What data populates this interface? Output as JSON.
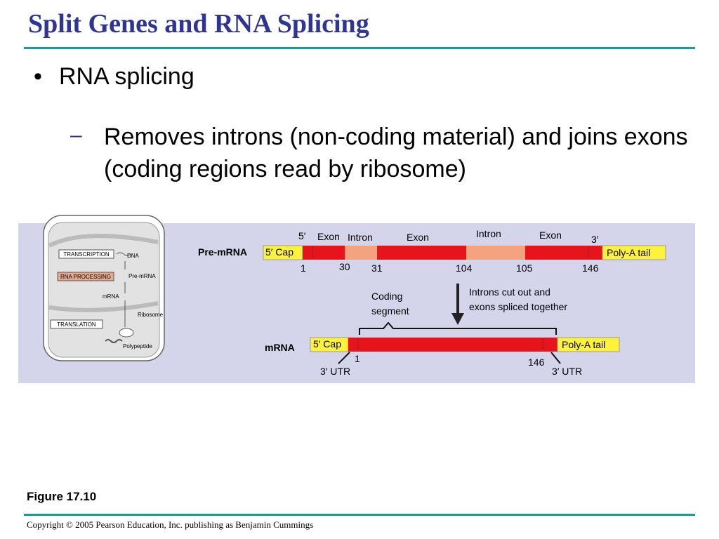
{
  "slide": {
    "title": "Split Genes and RNA Splicing",
    "bullet_symbol": "•",
    "bullet_main": "RNA splicing",
    "sub_dash": "–",
    "sub_bullet": "Removes introns (non-coding material) and joins exons (coding regions read by ribosome)",
    "figure_label": "Figure 17.10",
    "copyright": "Copyright © 2005 Pearson Education, Inc. publishing as Benjamin Cummings"
  },
  "overview": {
    "transcription": "TRANSCRIPTION",
    "dna": "DNA",
    "rna_processing": "RNA PROCESSING",
    "pre_mrna": "Pre-mRNA",
    "mrna": "mRNA",
    "translation": "TRANSLATION",
    "ribosome": "Ribosome",
    "polypeptide": "Polypeptide"
  },
  "pre_mrna": {
    "label": "Pre-mRNA",
    "five_prime": "5′",
    "three_prime": "3′",
    "cap": "5′ Cap",
    "tail": "Poly-A tail",
    "segments": [
      "Exon",
      "Intron",
      "Exon",
      "Intron",
      "Exon"
    ],
    "numbers": [
      "1",
      "30",
      "31",
      "104",
      "105",
      "146"
    ]
  },
  "process": {
    "arrow_text": "Introns cut out and exons spliced together",
    "coding_segment": "Coding segment"
  },
  "mrna": {
    "label": "mRNA",
    "cap": "5′ Cap",
    "tail": "Poly-A tail",
    "start": "1",
    "end": "146",
    "utr_left": "3′ UTR",
    "utr_right": "3′ UTR"
  },
  "colors": {
    "title": "#2e3592",
    "rule": "#1a9b9b",
    "panel": "#d4d5ea",
    "exon": "#e8141c",
    "intron": "#f5a27e",
    "cap": "#fff23a",
    "highlight": "#e8a98c"
  }
}
